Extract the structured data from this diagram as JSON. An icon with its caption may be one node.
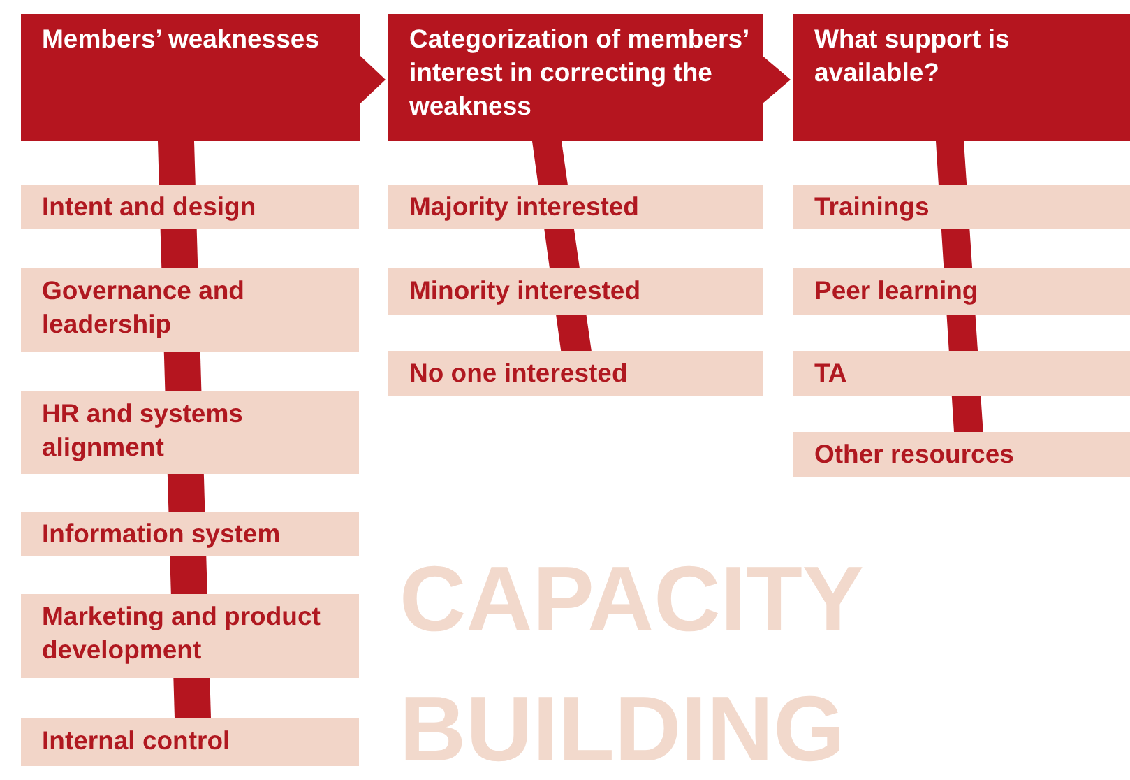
{
  "diagram": {
    "nodes": [
      {
        "text": [
          "Members’ weaknesses"
        ]
      },
      {
        "text": [
          "Intent and design"
        ]
      },
      {
        "text": [
          "Governance and leadership"
        ]
      },
      {
        "text": [
          "HR and systems alignment"
        ]
      },
      {
        "text": [
          "Information system"
        ]
      },
      {
        "text": [
          "Marketing and product development"
        ]
      },
      {
        "text": [
          "Internal control"
        ]
      },
      {
        "text": [
          "Categorization of members’ interest in correcting the weakness"
        ]
      },
      {
        "text": [
          "Majority interested"
        ]
      },
      {
        "text": [
          "Minority interested"
        ]
      },
      {
        "text": [
          "No one interested"
        ]
      },
      {
        "text": [
          "What support is available?"
        ]
      },
      {
        "text": [
          "Trainings"
        ]
      },
      {
        "text": [
          "Peer learning"
        ]
      },
      {
        "text": [
          "TA"
        ]
      },
      {
        "text": [
          "Other resources"
        ]
      }
    ],
    "edges": [
      {
        "from": 0,
        "to": 7,
        "arrow": "to"
      },
      {
        "from": 7,
        "to": 11,
        "arrow": "to"
      }
    ],
    "labels": [
      "CAPACITY",
      "BUILDING"
    ]
  }
}
